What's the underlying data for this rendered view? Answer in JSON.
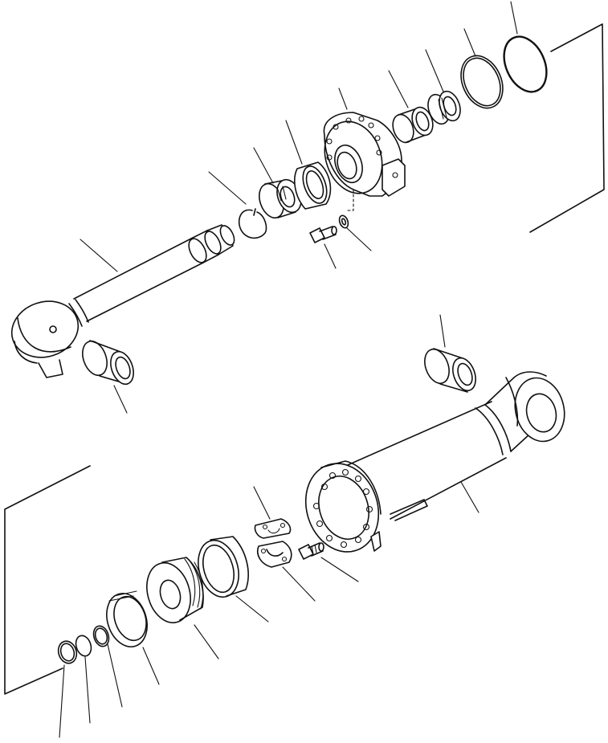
{
  "diagram": {
    "kind": "exploded-parts-view",
    "line_color": "#111111",
    "background": "#ffffff",
    "parts": [
      {
        "name": "snap-ring"
      },
      {
        "name": "rod-bushing"
      },
      {
        "name": "rod-packing"
      },
      {
        "name": "cylinder-head"
      },
      {
        "name": "head-bushing"
      },
      {
        "name": "dust-seal"
      },
      {
        "name": "backup-ring"
      },
      {
        "name": "o-ring-large"
      },
      {
        "name": "head-bolt"
      },
      {
        "name": "head-washer"
      },
      {
        "name": "piston-rod"
      },
      {
        "name": "rod-end-bushing"
      },
      {
        "name": "bottom-bushing"
      },
      {
        "name": "cylinder-tube"
      },
      {
        "name": "piston-nut-half-upper"
      },
      {
        "name": "piston-nut-half-lower"
      },
      {
        "name": "nut-bolt"
      },
      {
        "name": "wear-ring"
      },
      {
        "name": "piston"
      },
      {
        "name": "piston-ring"
      },
      {
        "name": "ring-1"
      },
      {
        "name": "ring-2"
      },
      {
        "name": "ring-3"
      }
    ]
  }
}
